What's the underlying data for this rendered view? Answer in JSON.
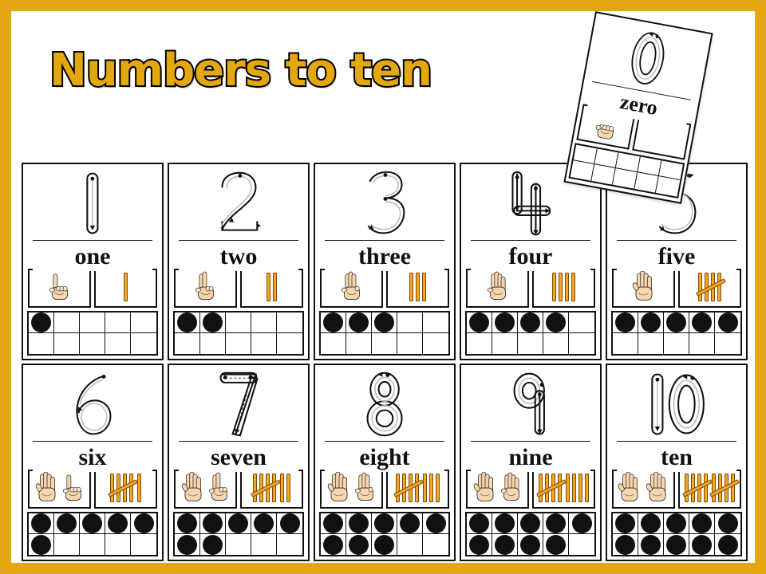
{
  "page": {
    "title": "Numbers to ten",
    "border_color": "#E3A70F",
    "title_fill": "#E3A70F",
    "title_outline": "#000000",
    "tally_color": "#F5A623",
    "tally_outline": "#7A4B08",
    "dot_color": "#111111"
  },
  "overlay_card": {
    "numeral": "0",
    "word": "zero",
    "hands": [
      "fist"
    ],
    "tally_groups": 0,
    "tally_singles": 0,
    "frame_filled": 0
  },
  "cards": [
    {
      "numeral": "1",
      "word": "one",
      "hands": [
        "one-finger"
      ],
      "tally_groups": 0,
      "tally_singles": 1,
      "frame_filled": 1
    },
    {
      "numeral": "2",
      "word": "two",
      "hands": [
        "two-fingers"
      ],
      "tally_groups": 0,
      "tally_singles": 2,
      "frame_filled": 2
    },
    {
      "numeral": "3",
      "word": "three",
      "hands": [
        "three-fingers"
      ],
      "tally_groups": 0,
      "tally_singles": 3,
      "frame_filled": 3
    },
    {
      "numeral": "4",
      "word": "four",
      "hands": [
        "four-fingers"
      ],
      "tally_groups": 0,
      "tally_singles": 4,
      "frame_filled": 4
    },
    {
      "numeral": "5",
      "word": "five",
      "hands": [
        "open-hand"
      ],
      "tally_groups": 1,
      "tally_singles": 0,
      "frame_filled": 5
    },
    {
      "numeral": "6",
      "word": "six",
      "hands": [
        "open-hand",
        "one-finger"
      ],
      "tally_groups": 1,
      "tally_singles": 1,
      "frame_filled": 6
    },
    {
      "numeral": "7",
      "word": "seven",
      "hands": [
        "open-hand",
        "two-fingers"
      ],
      "tally_groups": 1,
      "tally_singles": 2,
      "frame_filled": 7
    },
    {
      "numeral": "8",
      "word": "eight",
      "hands": [
        "open-hand",
        "three-fingers"
      ],
      "tally_groups": 1,
      "tally_singles": 3,
      "frame_filled": 8
    },
    {
      "numeral": "9",
      "word": "nine",
      "hands": [
        "open-hand",
        "four-fingers"
      ],
      "tally_groups": 1,
      "tally_singles": 4,
      "frame_filled": 9
    },
    {
      "numeral": "10",
      "word": "ten",
      "hands": [
        "open-hand",
        "open-hand"
      ],
      "tally_groups": 2,
      "tally_singles": 0,
      "frame_filled": 10
    }
  ]
}
